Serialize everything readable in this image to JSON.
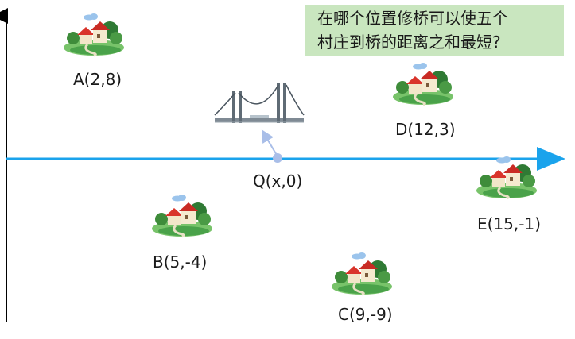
{
  "question": {
    "line1": "在哪个位置修桥可以使五个",
    "line2": "村庄到桥的距离之和最短?"
  },
  "river_color": "#1aa3ec",
  "axis_color": "#000000",
  "point_q": {
    "label": "Q(x,0)",
    "x": "x",
    "y": 0,
    "color": "#a9bee8"
  },
  "villages": [
    {
      "id": "A",
      "label": "A(2,8)",
      "x": 2,
      "y": 8,
      "icon": "village-icon"
    },
    {
      "id": "B",
      "label": "B(5,-4)",
      "x": 5,
      "y": -4,
      "icon": "village-icon"
    },
    {
      "id": "C",
      "label": "C(9,-9)",
      "x": 9,
      "y": -9,
      "icon": "village-icon"
    },
    {
      "id": "D",
      "label": "D(12,3)",
      "x": 12,
      "y": 3,
      "icon": "village-icon"
    },
    {
      "id": "E",
      "label": "E(15,-1)",
      "x": 15,
      "y": -1,
      "icon": "village-icon"
    }
  ],
  "bridge": {
    "icon": "bridge-icon"
  }
}
